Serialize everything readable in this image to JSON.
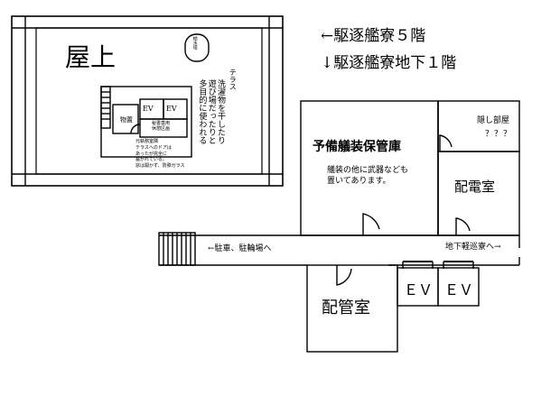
{
  "legend": {
    "floor5": "←駆逐艦寮５階",
    "basement1": "↓駆逐艦寮地下１階"
  },
  "rooftop": {
    "title": "屋上",
    "terrace_label": "テラス",
    "terrace_note": [
      "洗濯物を干したり",
      "遊び場だったりと",
      "多目的に使われる"
    ],
    "circle_label": "給水塔",
    "storage": "物置",
    "ev1": "EV",
    "ev2": "EV",
    "secretary_room": [
      "秘書専用",
      "休憩区画"
    ],
    "note": [
      "元執務室隣",
      "テラスへのドアは",
      "あったが完全に",
      "塞がれている。",
      "窓は開かず、防弾ガラス"
    ]
  },
  "basement": {
    "reserve_storage": "予備艤装保管庫",
    "reserve_note": [
      "艤装の他に武器なども",
      "置いてあります。"
    ],
    "hidden_room": "隠し部屋",
    "hidden_room_q": "？？？",
    "power_room": "配電室",
    "pipe_room": "配管室",
    "ev1": "ＥＶ",
    "ev2": "ＥＶ",
    "to_parking": "←駐車、駐輪場へ",
    "to_patrol": "地下軽巡寮へ→"
  }
}
